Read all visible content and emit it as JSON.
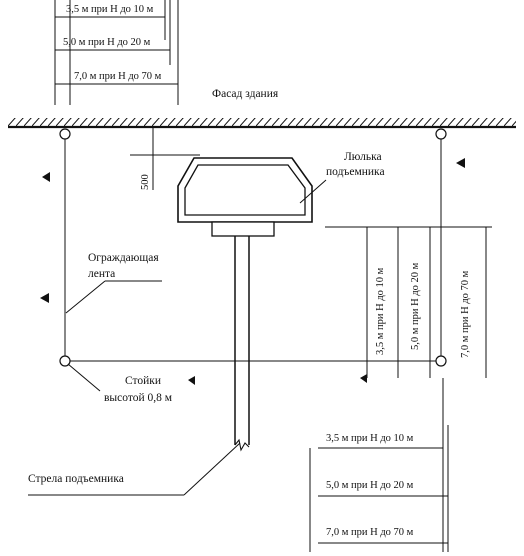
{
  "labels": {
    "facade": "Фасад здания",
    "cradle_line1": "Люлька",
    "cradle_line2": "подъемника",
    "tape_line1": "Ограждающая",
    "tape_line2": "лента",
    "posts_line1": "Стойки",
    "posts_line2": "высотой 0,8 м",
    "boom": "Стрела подъемника",
    "gap": "500"
  },
  "dimensions": {
    "d1": "3,5 м при Н до 10 м",
    "d2": "5,0 м при Н до 20 м",
    "d3": "7,0 м при Н до 70 м"
  },
  "icons": {
    "post": "circle-post-icon",
    "flag": "triangle-flag-icon"
  }
}
